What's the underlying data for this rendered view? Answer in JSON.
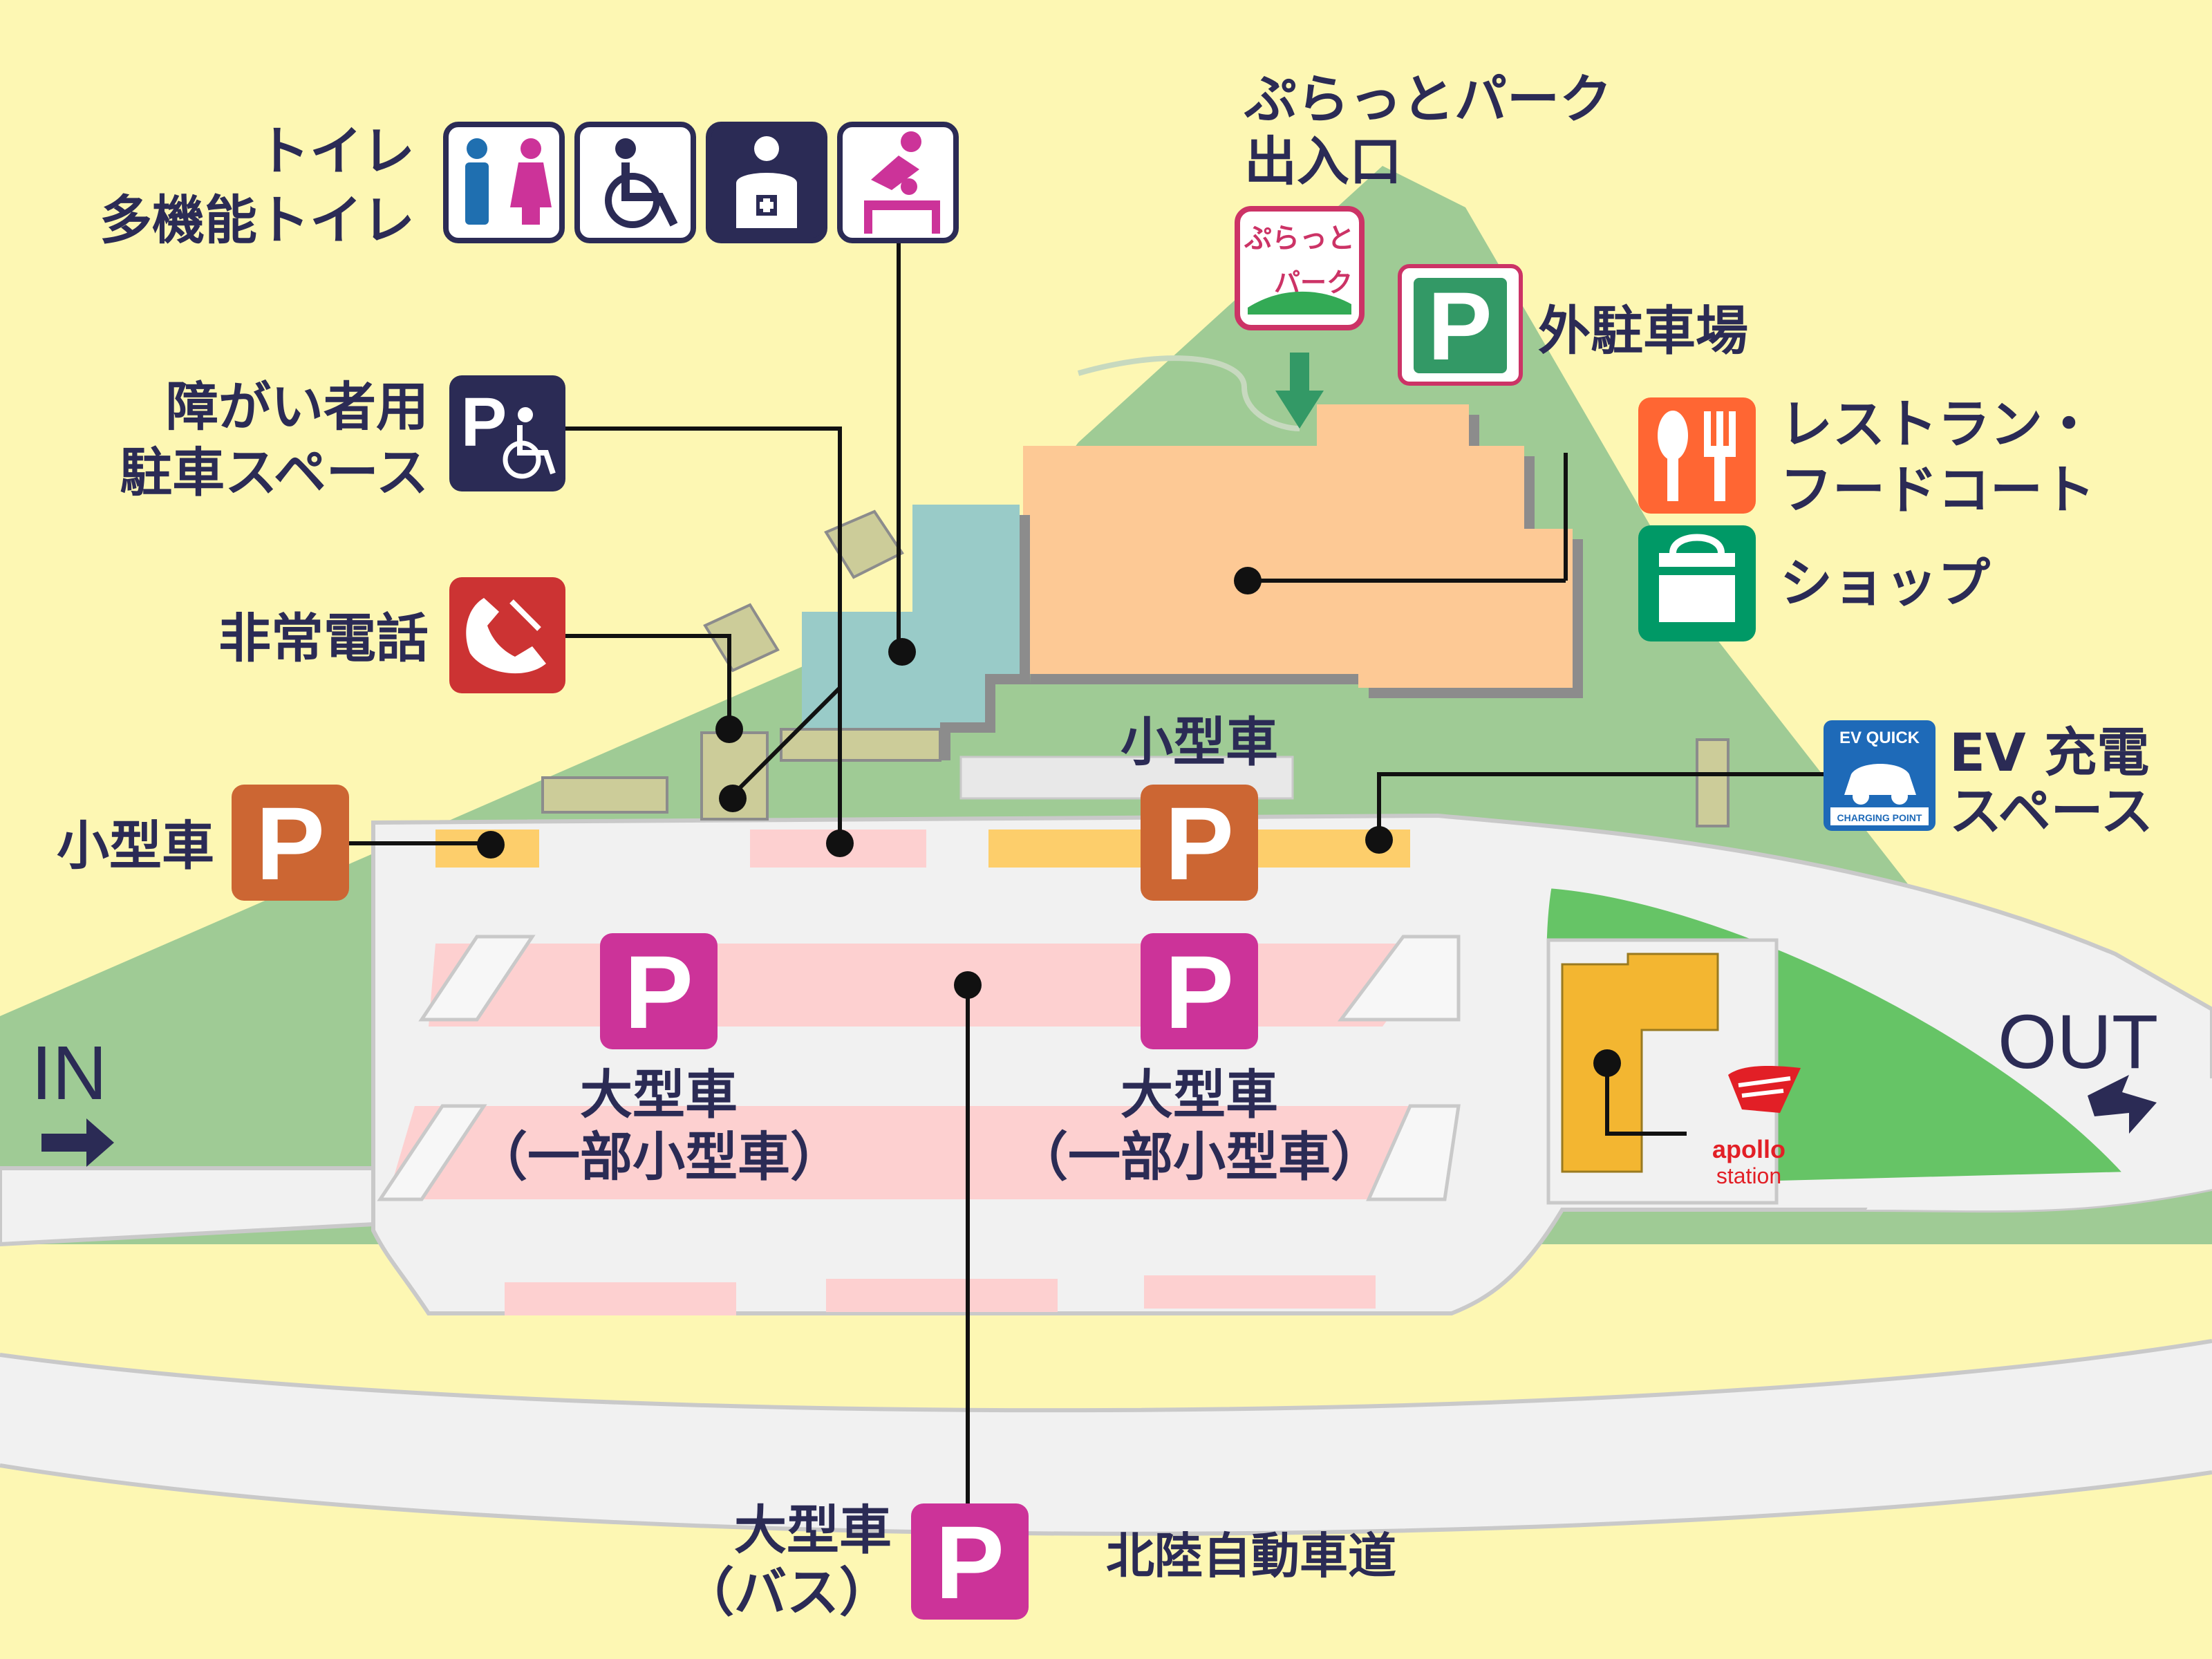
{
  "labels": {
    "toilet_line1": "トイレ",
    "toilet_line2": "多機能トイレ",
    "plat_park_line1": "ぷらっとパーク",
    "plat_park_line2": "出入口",
    "plat_park_logo_line1": "ぷらっと",
    "plat_park_logo_line2": "パーク",
    "outside_parking": "外駐車場",
    "disabled_parking_line1": "障がい者用",
    "disabled_parking_line2": "駐車スペース",
    "restaurant_line1": "レストラン・",
    "restaurant_line2": "フードコート",
    "shop": "ショップ",
    "emergency_phone": "非常電話",
    "small_car_left": "小型車",
    "small_car_top": "小型車",
    "ev_line1": "EV 充電",
    "ev_line2": "スペース",
    "ev_badge_top": "EV QUICK",
    "ev_badge_bottom": "CHARGING POINT",
    "large_car_a_line1": "大型車",
    "large_car_a_line2": "（一部小型車）",
    "large_car_b_line1": "大型車",
    "large_car_b_line2": "（一部小型車）",
    "bus_line1": "大型車",
    "bus_line2": "（バス）",
    "highway": "北陸自動車道",
    "in": "IN",
    "out": "OUT",
    "apollo_line1": "apollo",
    "apollo_line2": "station",
    "p_letter": "P"
  },
  "colors": {
    "background": "#fdf7b3",
    "green": "#9fcb95",
    "bright_green": "#66c466",
    "road": "#f1f1f1",
    "building_peach": "#fdc995",
    "building_teal": "#99cbc8",
    "building_khaki": "#cccc99",
    "gas_station": "#f3b631",
    "parking_pink": "#fdd0d0",
    "parking_orange": "#fdce6b",
    "large_parking_magenta": "#cc3399",
    "small_parking_orange": "#cc6633",
    "outside_parking_green": "#339966",
    "restaurant_orange": "#ff6633",
    "shop_green": "#009966",
    "phone_red": "#cc3333",
    "ev_blue": "#1e6ab8",
    "navy": "#2b2b55"
  },
  "icons": [
    "man-woman-toilet-icon",
    "wheelchair-icon",
    "multipurpose-toilet-icon",
    "baby-changing-icon",
    "disabled-parking-icon",
    "emergency-phone-icon",
    "fork-spoon-icon",
    "shopping-bag-icon",
    "ev-charging-icon",
    "plat-park-icon",
    "apollo-station-logo"
  ]
}
